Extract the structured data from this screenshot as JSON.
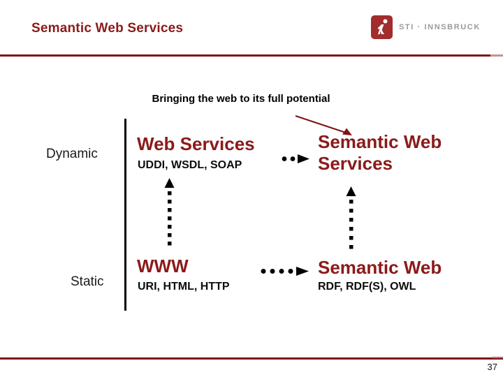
{
  "slide": {
    "title": "Semantic Web Services",
    "subtitle": "Bringing the web to its full potential",
    "page_number": "37"
  },
  "logo": {
    "org_text": "STI · INNSBRUCK",
    "icon": "sti-running-man-icon",
    "square_color": "#A32C2C",
    "text_color": "#9A9A9A"
  },
  "diagram": {
    "axis": {
      "top_label": "Dynamic",
      "bottom_label": "Static"
    },
    "quadrants": {
      "top_left": {
        "title": "Web Services",
        "subtitle": "UDDI, WSDL, SOAP"
      },
      "top_right": {
        "title": "Semantic Web Services",
        "subtitle": ""
      },
      "bottom_left": {
        "title": "WWW",
        "subtitle": "URI, HTML, HTTP"
      },
      "bottom_right": {
        "title": "Semantic Web",
        "subtitle": "RDF, RDF(S), OWL"
      }
    },
    "arrows": {
      "top_horizontal": "dotted arrow right: Web Services to Semantic Web Services",
      "bottom_horizontal": "dotted arrow right: WWW to Semantic Web",
      "left_vertical": "dotted arrow up: WWW to Web Services",
      "right_vertical": "dotted arrow up: Semantic Web to Semantic Web Services",
      "diagonal": "solid arrow from subtitle down to Semantic Web Services"
    }
  },
  "colors": {
    "accent_dark_red": "#8B1A1A",
    "rule_red": "#7E1416",
    "text_black": "#000000",
    "logo_gray": "#9A9A9A"
  }
}
